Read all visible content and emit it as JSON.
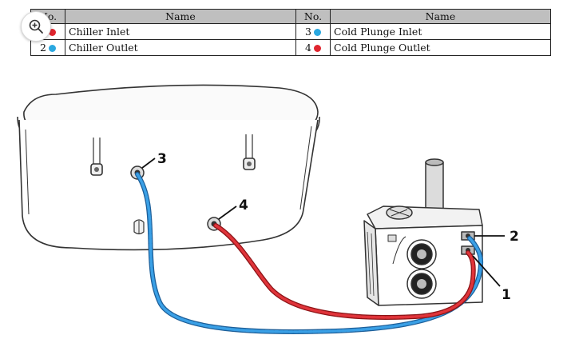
{
  "table": {
    "headers": [
      "No.",
      "Name",
      "No.",
      "Name"
    ],
    "rows": [
      {
        "left_no": "1",
        "left_name": "Chiller Inlet",
        "left_color": "#e0262f",
        "right_no": "3",
        "right_name": "Cold Plunge Inlet",
        "right_color": "#2aa8e0"
      },
      {
        "left_no": "2",
        "left_name": "Chiller Outlet",
        "left_color": "#2aa8e0",
        "right_no": "4",
        "right_name": "Cold Plunge Outlet",
        "right_color": "#e0262f"
      }
    ]
  },
  "callouts": {
    "c1": "1",
    "c2": "2",
    "c3": "3",
    "c4": "4"
  },
  "colors": {
    "hot_hose": "#d8262c",
    "cold_hose": "#2a8fd0",
    "line_art": "#333333"
  },
  "icons": {
    "zoom": "zoom-in-icon"
  }
}
